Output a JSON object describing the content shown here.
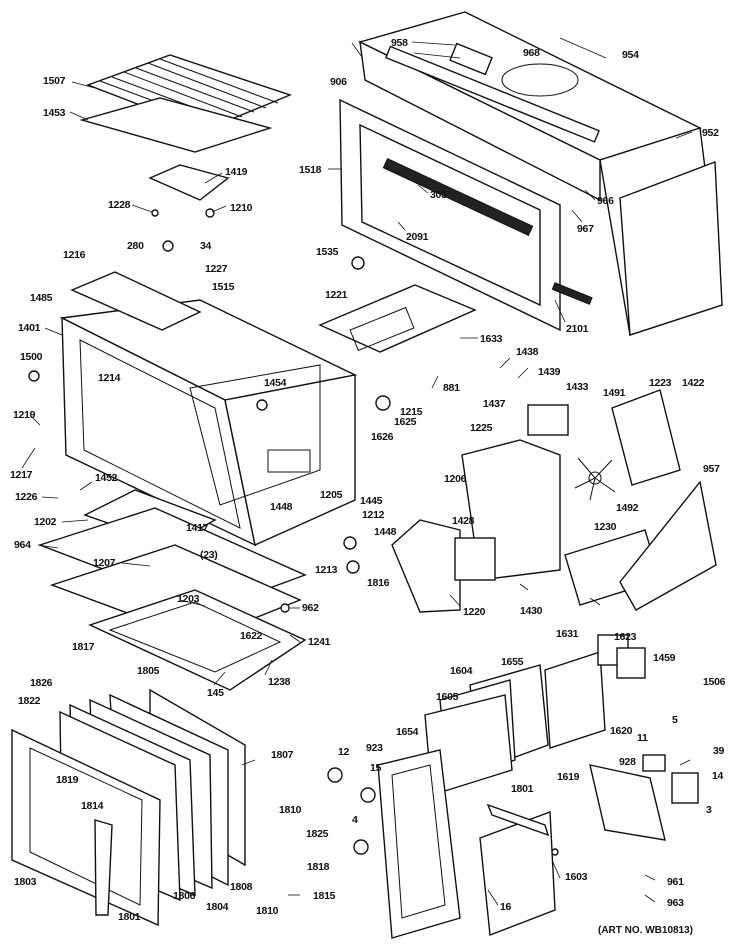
{
  "labels": [
    {
      "id": "1507",
      "text": "1507"
    },
    {
      "id": "1453",
      "text": "1453"
    },
    {
      "id": "1419",
      "text": "1419"
    },
    {
      "id": "1228",
      "text": "1228"
    },
    {
      "id": "1210",
      "text": "1210"
    },
    {
      "id": "280",
      "text": "280"
    },
    {
      "id": "34",
      "text": "34"
    },
    {
      "id": "1227",
      "text": "1227"
    },
    {
      "id": "1216",
      "text": "1216"
    },
    {
      "id": "1515",
      "text": "1515"
    },
    {
      "id": "1485",
      "text": "1485"
    },
    {
      "id": "1401",
      "text": "1401"
    },
    {
      "id": "1500",
      "text": "1500"
    },
    {
      "id": "1214",
      "text": "1214"
    },
    {
      "id": "1454",
      "text": "1454"
    },
    {
      "id": "1219",
      "text": "1219"
    },
    {
      "id": "1217",
      "text": "1217"
    },
    {
      "id": "1452",
      "text": "1452"
    },
    {
      "id": "1226",
      "text": "1226"
    },
    {
      "id": "1202",
      "text": "1202"
    },
    {
      "id": "1417",
      "text": "1417"
    },
    {
      "id": "964",
      "text": "964"
    },
    {
      "id": "1207",
      "text": "1207"
    },
    {
      "id": "123",
      "text": "(23)"
    },
    {
      "id": "1203",
      "text": "1203"
    },
    {
      "id": "962",
      "text": "962"
    },
    {
      "id": "1622",
      "text": "1622"
    },
    {
      "id": "1241",
      "text": "1241"
    },
    {
      "id": "145",
      "text": "145"
    },
    {
      "id": "1238",
      "text": "1238"
    },
    {
      "id": "1448a",
      "text": "1448"
    },
    {
      "id": "1205",
      "text": "1205"
    },
    {
      "id": "1445",
      "text": "1445"
    },
    {
      "id": "1212",
      "text": "1212"
    },
    {
      "id": "1448b",
      "text": "1448"
    },
    {
      "id": "1213",
      "text": "1213"
    },
    {
      "id": "1816",
      "text": "1816"
    },
    {
      "id": "958",
      "text": "958"
    },
    {
      "id": "968",
      "text": "968"
    },
    {
      "id": "954",
      "text": "954"
    },
    {
      "id": "906",
      "text": "906"
    },
    {
      "id": "952",
      "text": "952"
    },
    {
      "id": "1518",
      "text": "1518"
    },
    {
      "id": "305",
      "text": "305"
    },
    {
      "id": "966",
      "text": "966"
    },
    {
      "id": "967",
      "text": "967"
    },
    {
      "id": "2091",
      "text": "2091"
    },
    {
      "id": "1535",
      "text": "1535"
    },
    {
      "id": "1221",
      "text": "1221"
    },
    {
      "id": "2101",
      "text": "2101"
    },
    {
      "id": "1633",
      "text": "1633"
    },
    {
      "id": "1438",
      "text": "1438"
    },
    {
      "id": "1439",
      "text": "1439"
    },
    {
      "id": "881",
      "text": "881"
    },
    {
      "id": "1437",
      "text": "1437"
    },
    {
      "id": "1215",
      "text": "1215"
    },
    {
      "id": "1626",
      "text": "1626"
    },
    {
      "id": "1625",
      "text": "1625"
    },
    {
      "id": "1433",
      "text": "1433"
    },
    {
      "id": "1491",
      "text": "1491"
    },
    {
      "id": "1223",
      "text": "1223"
    },
    {
      "id": "1422",
      "text": "1422"
    },
    {
      "id": "1225",
      "text": "1225"
    },
    {
      "id": "1206",
      "text": "1206"
    },
    {
      "id": "1492",
      "text": "1492"
    },
    {
      "id": "957",
      "text": "957"
    },
    {
      "id": "1428",
      "text": "1428"
    },
    {
      "id": "1230",
      "text": "1230"
    },
    {
      "id": "1220",
      "text": "1220"
    },
    {
      "id": "1430",
      "text": "1430"
    },
    {
      "id": "1817",
      "text": "1817"
    },
    {
      "id": "1826",
      "text": "1826"
    },
    {
      "id": "1805",
      "text": "1805"
    },
    {
      "id": "1822",
      "text": "1822"
    },
    {
      "id": "1807",
      "text": "1807"
    },
    {
      "id": "1819",
      "text": "1819"
    },
    {
      "id": "1814",
      "text": "1814"
    },
    {
      "id": "1803",
      "text": "1803"
    },
    {
      "id": "1806",
      "text": "1806"
    },
    {
      "id": "1808",
      "text": "1808"
    },
    {
      "id": "1804",
      "text": "1804"
    },
    {
      "id": "1801a",
      "text": "1801"
    },
    {
      "id": "1810a",
      "text": "1810"
    },
    {
      "id": "1825",
      "text": "1825"
    },
    {
      "id": "1818",
      "text": "1818"
    },
    {
      "id": "1810b",
      "text": "1810"
    },
    {
      "id": "1815",
      "text": "1815"
    },
    {
      "id": "1631",
      "text": "1631"
    },
    {
      "id": "1623",
      "text": "1623"
    },
    {
      "id": "1459",
      "text": "1459"
    },
    {
      "id": "1506",
      "text": "1506"
    },
    {
      "id": "1604",
      "text": "1604"
    },
    {
      "id": "1655",
      "text": "1655"
    },
    {
      "id": "1605",
      "text": "1605"
    },
    {
      "id": "1654",
      "text": "1654"
    },
    {
      "id": "1620",
      "text": "1620"
    },
    {
      "id": "1619",
      "text": "1619"
    },
    {
      "id": "5",
      "text": "5"
    },
    {
      "id": "11",
      "text": "11"
    },
    {
      "id": "39",
      "text": "39"
    },
    {
      "id": "12",
      "text": "12"
    },
    {
      "id": "923",
      "text": "923"
    },
    {
      "id": "15",
      "text": "15"
    },
    {
      "id": "4",
      "text": "4"
    },
    {
      "id": "1801b",
      "text": "1801"
    },
    {
      "id": "928",
      "text": "928"
    },
    {
      "id": "14",
      "text": "14"
    },
    {
      "id": "3",
      "text": "3"
    },
    {
      "id": "1603",
      "text": "1603"
    },
    {
      "id": "16",
      "text": "16"
    },
    {
      "id": "961",
      "text": "961"
    },
    {
      "id": "963",
      "text": "963"
    }
  ],
  "art_number": "(ART NO. WB10813)"
}
